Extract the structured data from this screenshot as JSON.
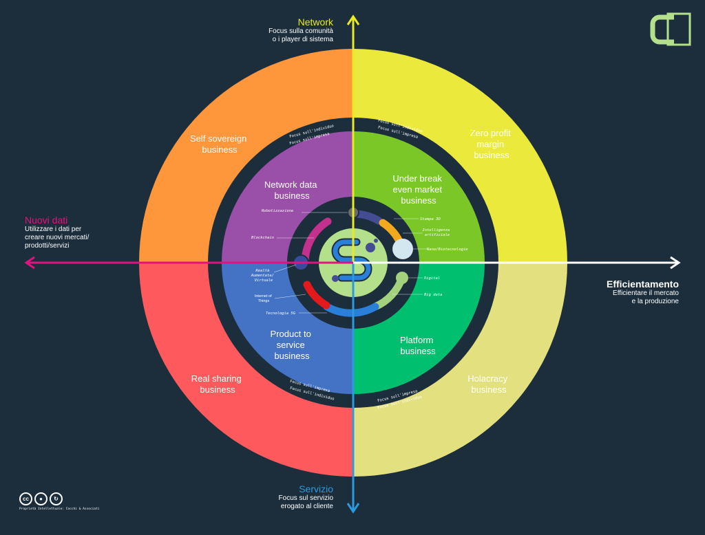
{
  "colors": {
    "background": "#1c2e3c",
    "network_axis": "#e9ea1f",
    "nuovi_dati_axis": "#e3127f",
    "efficientamento_axis": "#ffffff",
    "servizio_axis": "#2a9be0",
    "outer_top_left": "#fe973c",
    "outer_top_right": "#ebea3c",
    "outer_bottom_left": "#fe5a5e",
    "outer_bottom_right": "#e3e17f",
    "inner_top_left": "#9a4fa8",
    "inner_top_right": "#7cc728",
    "inner_bottom_left": "#4473c5",
    "inner_bottom_right": "#00bf6f",
    "logo": "#b4e08c"
  },
  "axes": {
    "top": {
      "title": "Network",
      "lines": [
        "Focus sulla comunità",
        "o i player di sistema"
      ]
    },
    "left": {
      "title": "Nuovi dati",
      "lines": [
        "Utilizzare i dati per",
        "creare nuovi mercati/",
        "prodotti/servizi"
      ]
    },
    "right": {
      "title": "Efficientamento",
      "lines": [
        "Efficientare il mercato",
        "e la produzione"
      ]
    },
    "bottom": {
      "title": "Servizio",
      "lines": [
        "Focus sul servizio",
        "erogato al cliente"
      ]
    }
  },
  "outer_quadrants": {
    "top_left": [
      "Self sovereign",
      "business"
    ],
    "top_right": [
      "Zero profit",
      "margin",
      "business"
    ],
    "bottom_left": [
      "Real sharing",
      "business"
    ],
    "bottom_right": [
      "Holacracy",
      "business"
    ]
  },
  "inner_quadrants": {
    "top_left": [
      "Network data",
      "business"
    ],
    "top_right": [
      "Under break",
      "even market",
      "business"
    ],
    "bottom_left": [
      "Product to",
      "service",
      "business"
    ],
    "bottom_right": [
      "Platform",
      "business"
    ]
  },
  "ring_texts": {
    "top_left_1": "Focus sull'individuo",
    "top_left_2": "Focus sull'impresa",
    "top_right_1": "Focus sull'individuo",
    "top_right_2": "Focus sull'impresa",
    "bottom_left_1": "Focus sull'impresa",
    "bottom_left_2": "Focus sull'individuo",
    "bottom_right_1": "Focus sull'impresa",
    "bottom_right_2": "Focus sull'individuo"
  },
  "technologies": {
    "robotizzazione": "Robotizzazione",
    "blockchain": "Blockchain",
    "realta_1": "Realtà",
    "realta_2": "Aumentata/",
    "realta_3": "Virtuale",
    "iot_1": "Internet of",
    "iot_2": "Things",
    "tecnologia_5g": "Tecnologia 5G",
    "stampa_3d": "Stampa 3D",
    "ia_1": "Intelligenza",
    "ia_2": "artificiale",
    "nano": "Nano/Biotecnologie",
    "digital": "Digital",
    "big_data": "Big data"
  },
  "license": {
    "icons": [
      "cc-icon",
      "attribution-icon",
      "share-alike-icon"
    ],
    "credit": "Proprietà Intellettuale: Cocchi & Associati"
  }
}
